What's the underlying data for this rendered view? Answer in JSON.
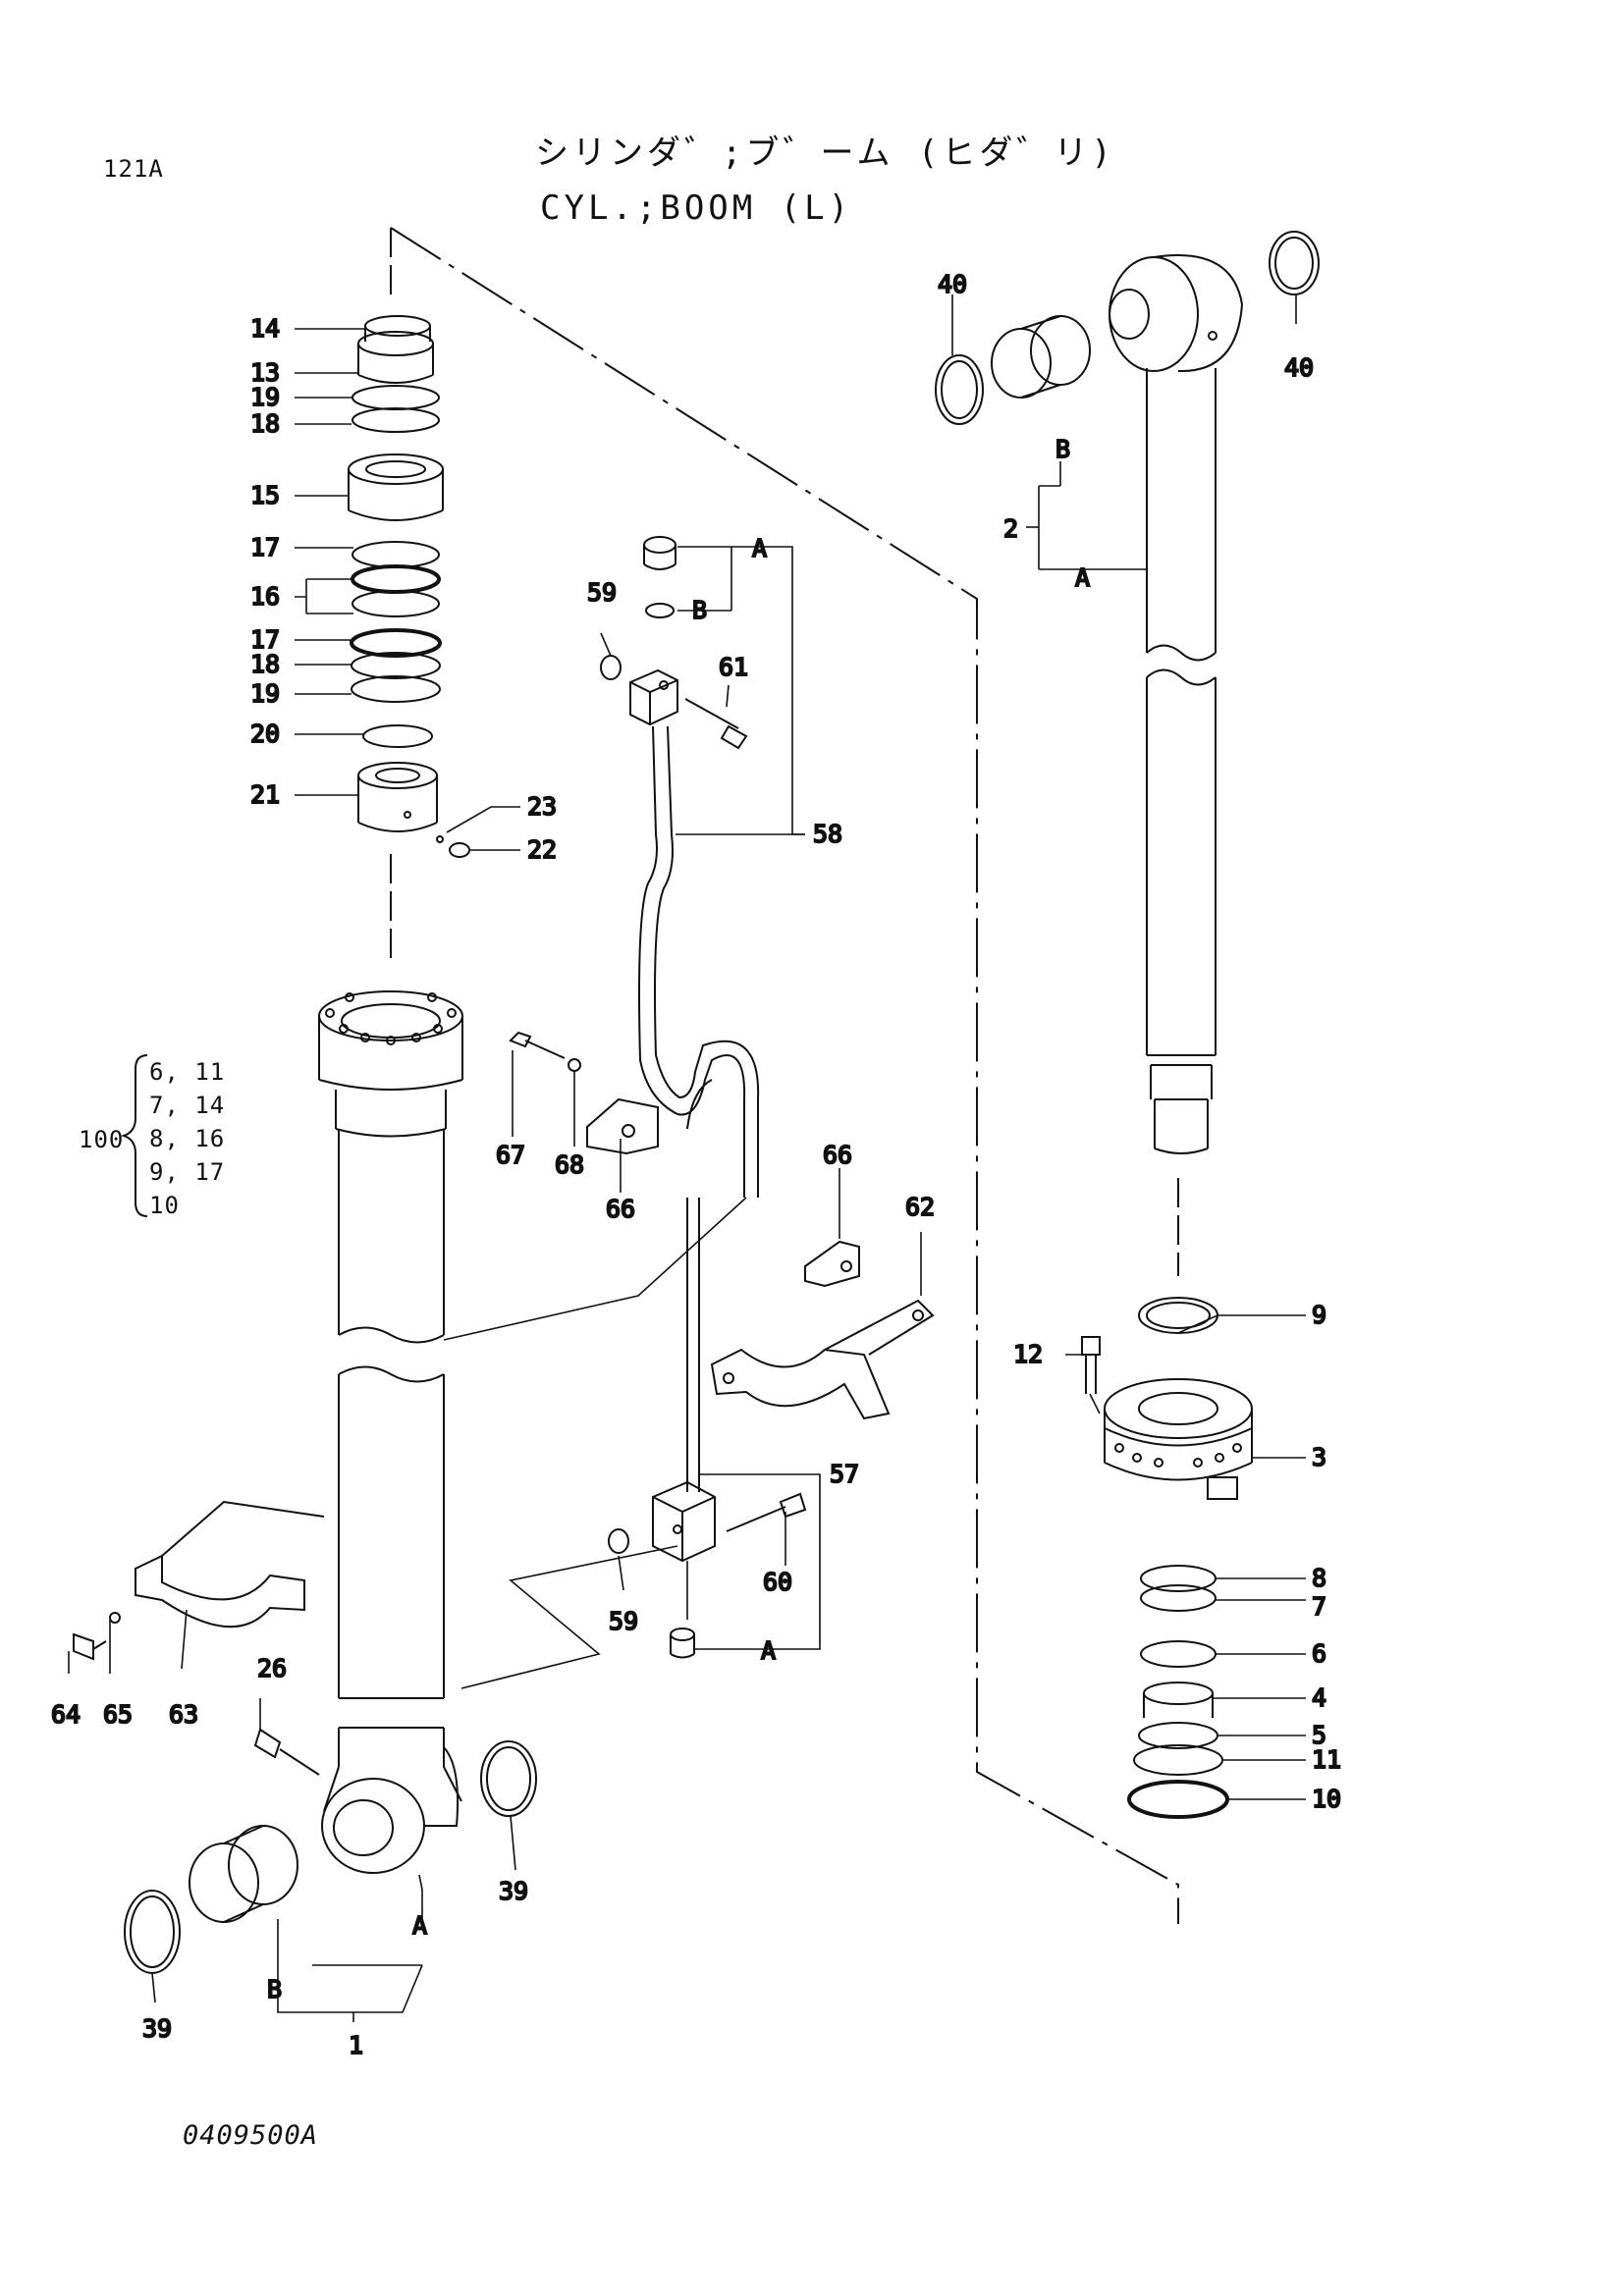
{
  "page_id": "121A",
  "title_jp": "シリンダ゛;ブ゛ーム (ヒダ゛リ)",
  "title_en": "CYL.;BOOM (L)",
  "drawing_no": "0409500A",
  "kit": {
    "number": "100",
    "lines": [
      "6, 11",
      "7, 14",
      "8, 16",
      "9, 17",
      "10"
    ]
  },
  "labels": {
    "p14": "14",
    "p13": "13",
    "p19a": "19",
    "p18a": "18",
    "p15": "15",
    "p17a": "17",
    "p16": "16",
    "p17b": "17",
    "p18b": "18",
    "p19b": "19",
    "p20": "20",
    "p21": "21",
    "p23": "23",
    "p22": "22",
    "p59a": "59",
    "p61": "61",
    "p58": "58",
    "A1": "A",
    "B1": "B",
    "p67": "67",
    "p68": "68",
    "p66a": "66",
    "p66b": "66",
    "p62": "62",
    "p57": "57",
    "p59b": "59",
    "p60": "60",
    "A2": "A",
    "p64": "64",
    "p65": "65",
    "p63": "63",
    "p26": "26",
    "p39a": "39",
    "p39b": "39",
    "A3": "A",
    "B3": "B",
    "p1": "1",
    "p40a": "40",
    "p40b": "40",
    "B4": "B",
    "p2": "2",
    "A4": "A",
    "p9": "9",
    "p12": "12",
    "p3": "3",
    "p8": "8",
    "p7": "7",
    "p6": "6",
    "p4": "4",
    "p5": "5",
    "p11": "11",
    "p10": "10"
  }
}
